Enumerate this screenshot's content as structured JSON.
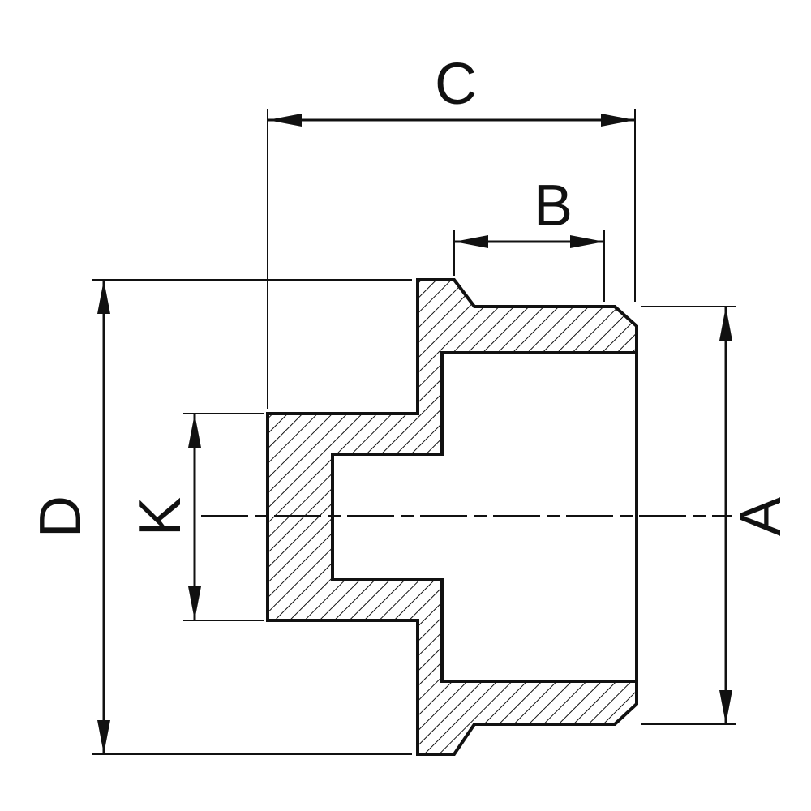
{
  "drawing": {
    "labels": {
      "A": "A",
      "B": "B",
      "C": "C",
      "D": "D",
      "K": "K"
    },
    "colors": {
      "line": "#111111",
      "background": "#ffffff",
      "hatch": "#111111"
    }
  }
}
